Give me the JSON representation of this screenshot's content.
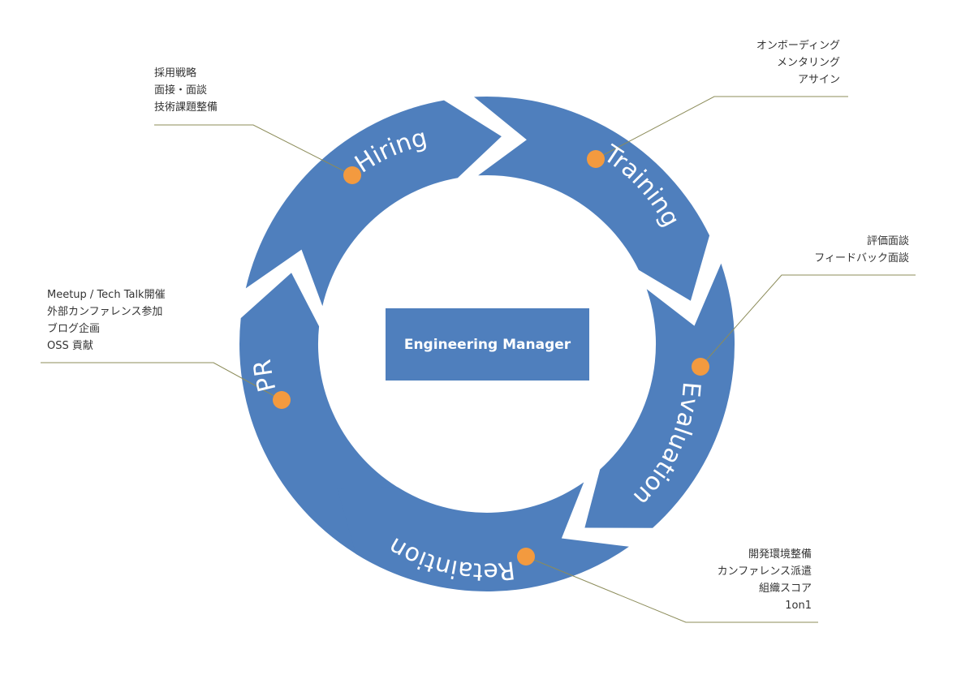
{
  "center": {
    "label": "Engineering Manager"
  },
  "stages": [
    {
      "id": "hiring",
      "label": "Hiring",
      "notes": [
        "採用戦略",
        "面接・面談",
        "技術課題整備"
      ]
    },
    {
      "id": "training",
      "label": "Training",
      "notes": [
        "オンボーディング",
        "メンタリング",
        "アサイン"
      ]
    },
    {
      "id": "evaluation",
      "label": "Evaluation",
      "notes": [
        "評価面談",
        "フィードバック面談"
      ]
    },
    {
      "id": "retention",
      "label": "Retaintion",
      "notes": [
        "開発環境整備",
        "カンファレンス派遣",
        "組織スコア",
        "1on1"
      ]
    },
    {
      "id": "pr",
      "label": "PR",
      "notes": [
        "Meetup / Tech Talk開催",
        "外部カンファレンス参加",
        "ブログ企画",
        "OSS 貢献"
      ]
    }
  ],
  "colors": {
    "segment": "#4f7fbd",
    "marker": "#f39a3f",
    "leader": "#8c8c5a",
    "text": "#333333"
  }
}
